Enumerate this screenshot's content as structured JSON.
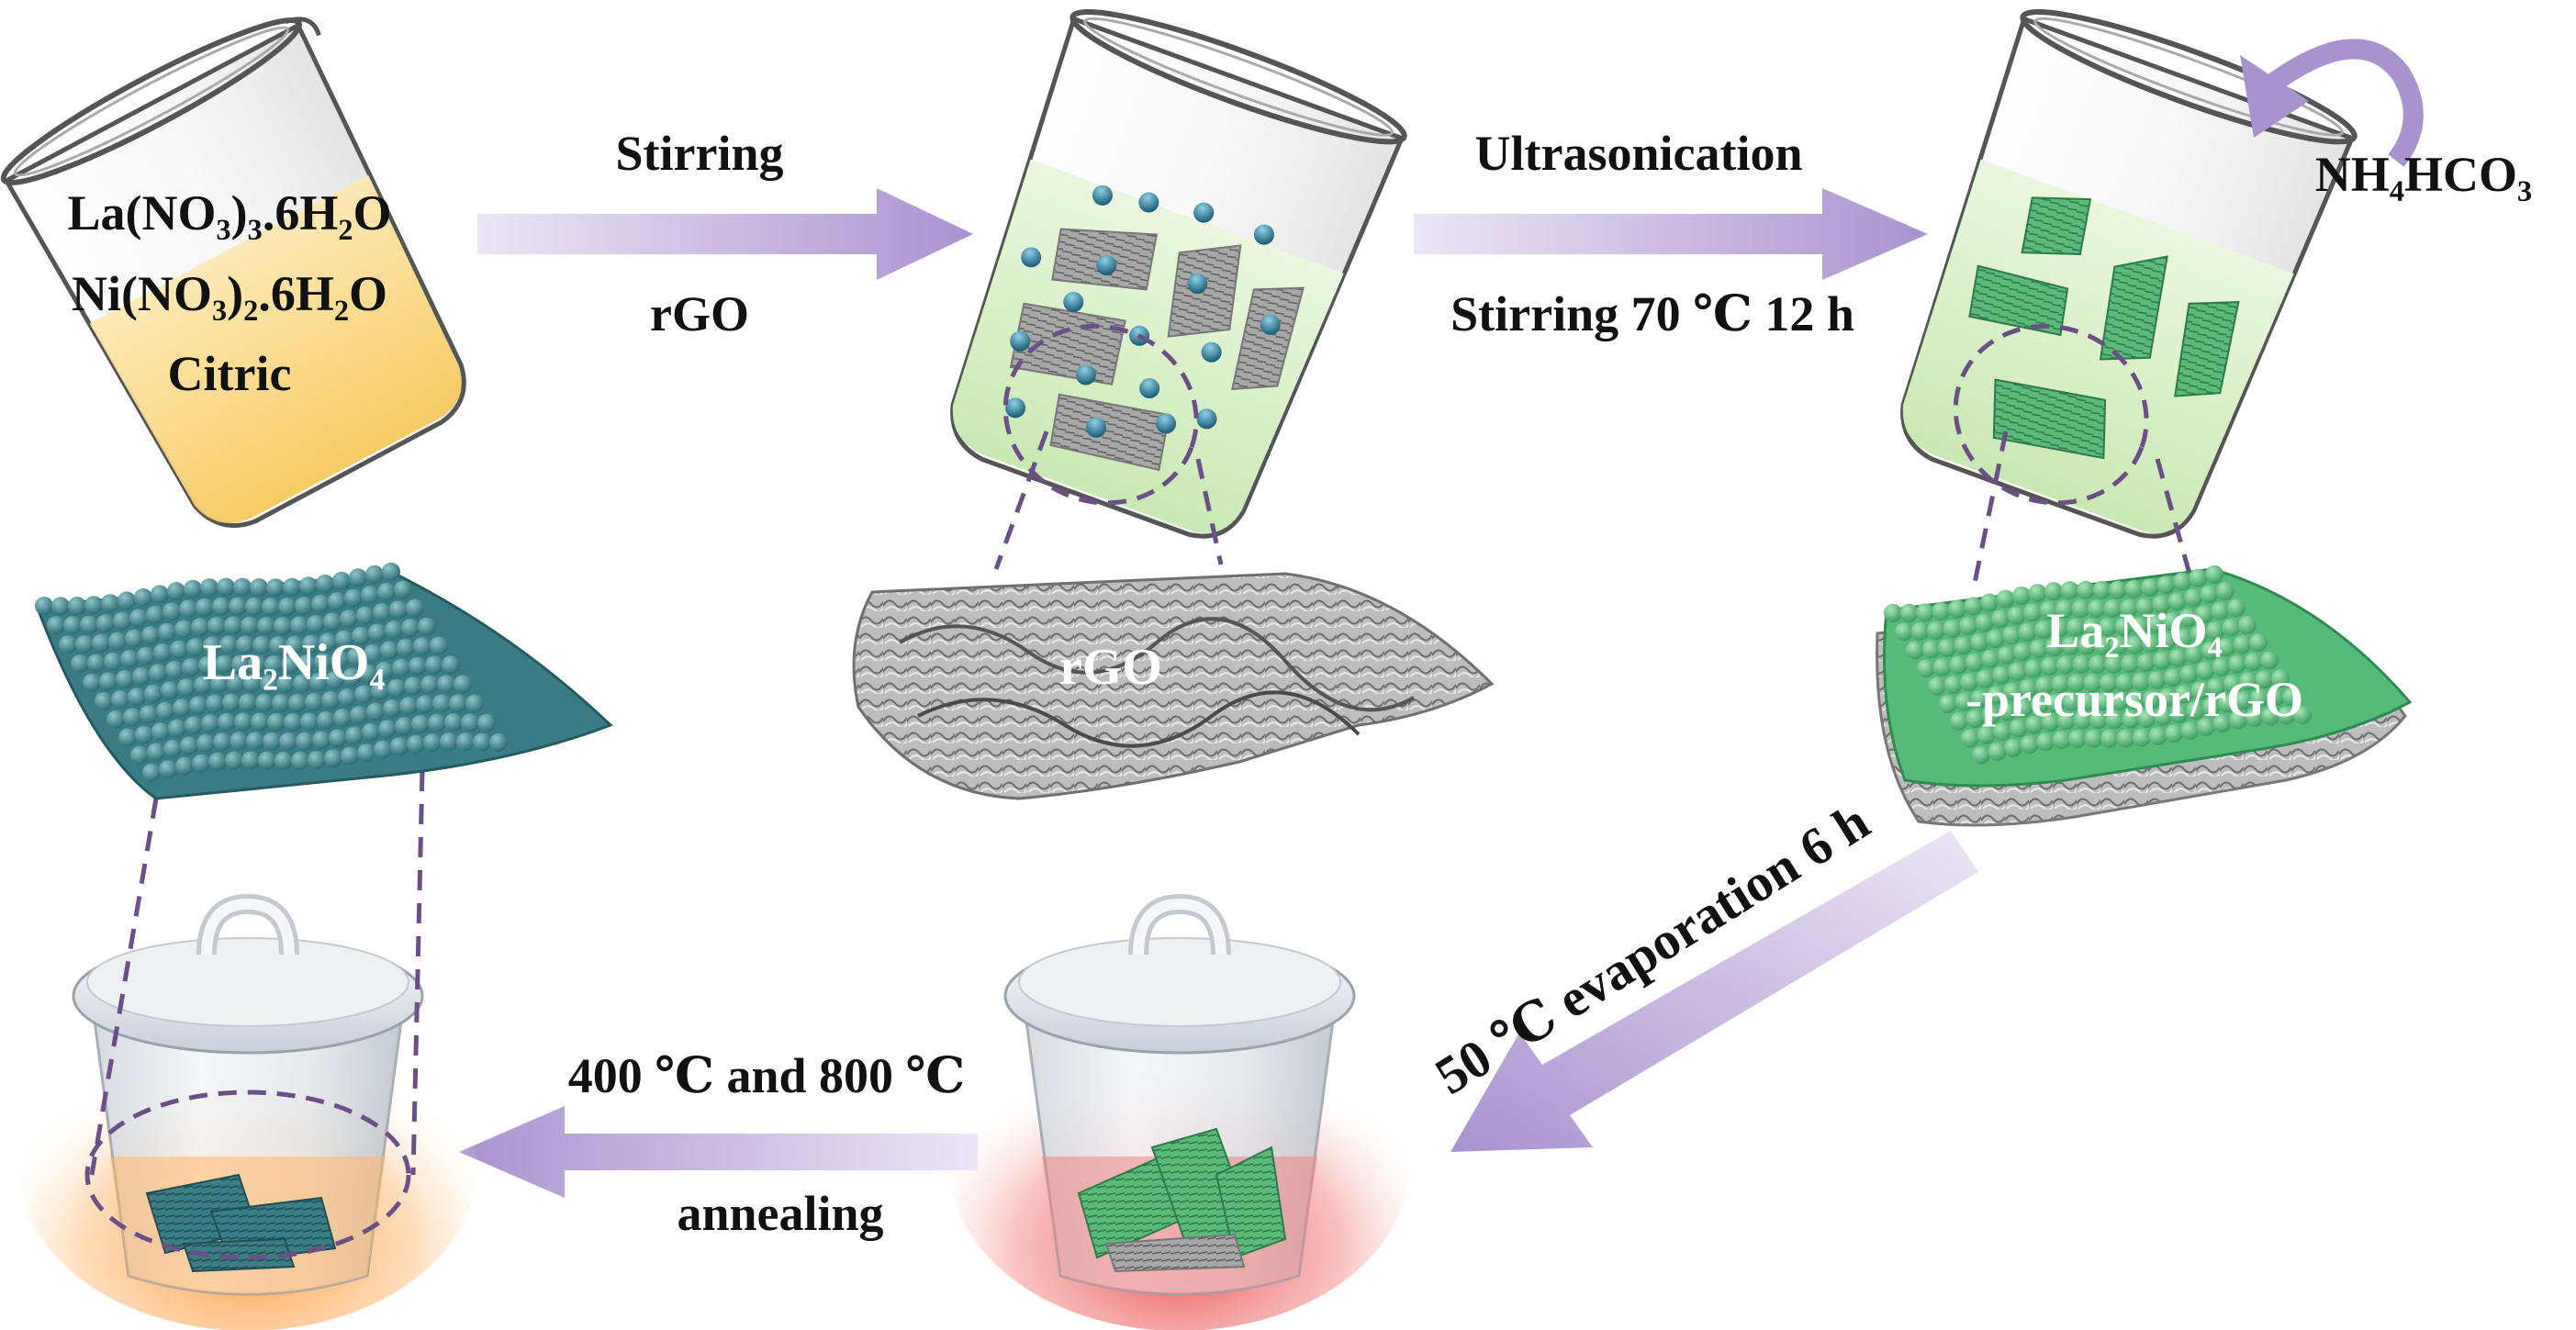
{
  "chemicals": {
    "line1": "La(NO₃)₃.6H₂O",
    "line2": "Ni(NO₃)₂.6H₂O",
    "line3": "Citric"
  },
  "step1": {
    "top": "Stirring",
    "bottom": "rGO"
  },
  "step2": {
    "top": "Ultrasonication",
    "bottom": "Stirring 70 ℃ 12 h"
  },
  "reagent": "NH₄HCO₃",
  "step3": {
    "label": "50 ℃ evaporation 6 h"
  },
  "step4": {
    "top": "400 ℃ and 800 ℃",
    "bottom": "annealing"
  },
  "materials": {
    "rgo": "rGO",
    "precursor_line1": "La₂NiO₄",
    "precursor_line2": "-precursor/rGO",
    "product": "La₂NiO₄"
  },
  "colors": {
    "arrow": "#b9a6d6",
    "solution_yellow": "#f9d57a",
    "solution_green": "#d6efc4",
    "precursor_green": "#5fbf83",
    "product_teal": "#3f8289",
    "rgo_gray": "#9a9a9a",
    "glow_orange": "#ffb36b",
    "glow_red": "#f07f7f"
  }
}
